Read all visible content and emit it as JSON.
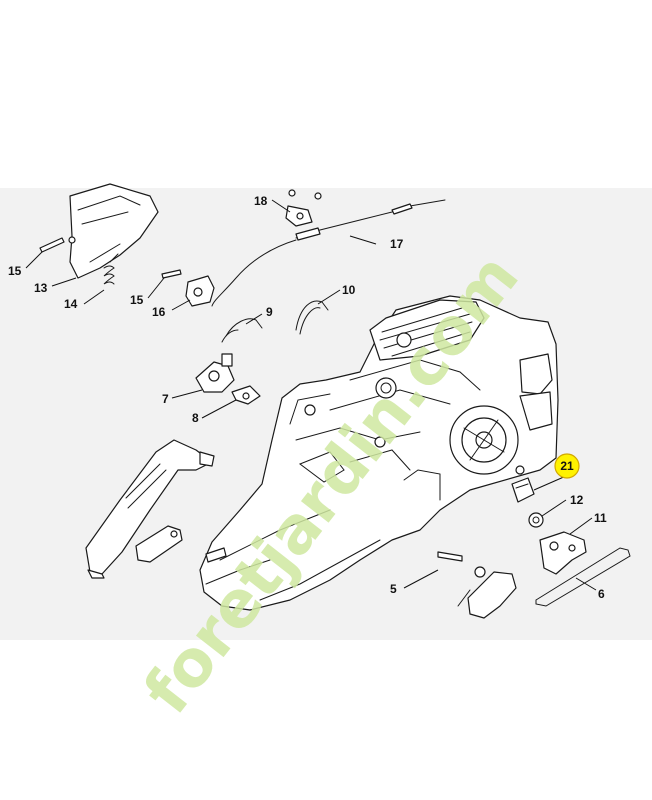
{
  "diagram": {
    "callouts": [
      {
        "id": "c18",
        "text": "18"
      },
      {
        "id": "c17",
        "text": "17"
      },
      {
        "id": "c15a",
        "text": "15"
      },
      {
        "id": "c13",
        "text": "13"
      },
      {
        "id": "c14",
        "text": "14"
      },
      {
        "id": "c15b",
        "text": "15"
      },
      {
        "id": "c16",
        "text": "16"
      },
      {
        "id": "c9",
        "text": "9"
      },
      {
        "id": "c10",
        "text": "10"
      },
      {
        "id": "c7",
        "text": "7"
      },
      {
        "id": "c8",
        "text": "8"
      },
      {
        "id": "c12",
        "text": "12"
      },
      {
        "id": "c11",
        "text": "11"
      },
      {
        "id": "c5",
        "text": "5"
      },
      {
        "id": "c6",
        "text": "6"
      }
    ],
    "highlight_callout": {
      "text": "21",
      "color": "#fff200"
    },
    "watermark": {
      "main": "foretjardin.com",
      "color": "#cfe8a0",
      "dot_color": "#d6ead0"
    }
  }
}
